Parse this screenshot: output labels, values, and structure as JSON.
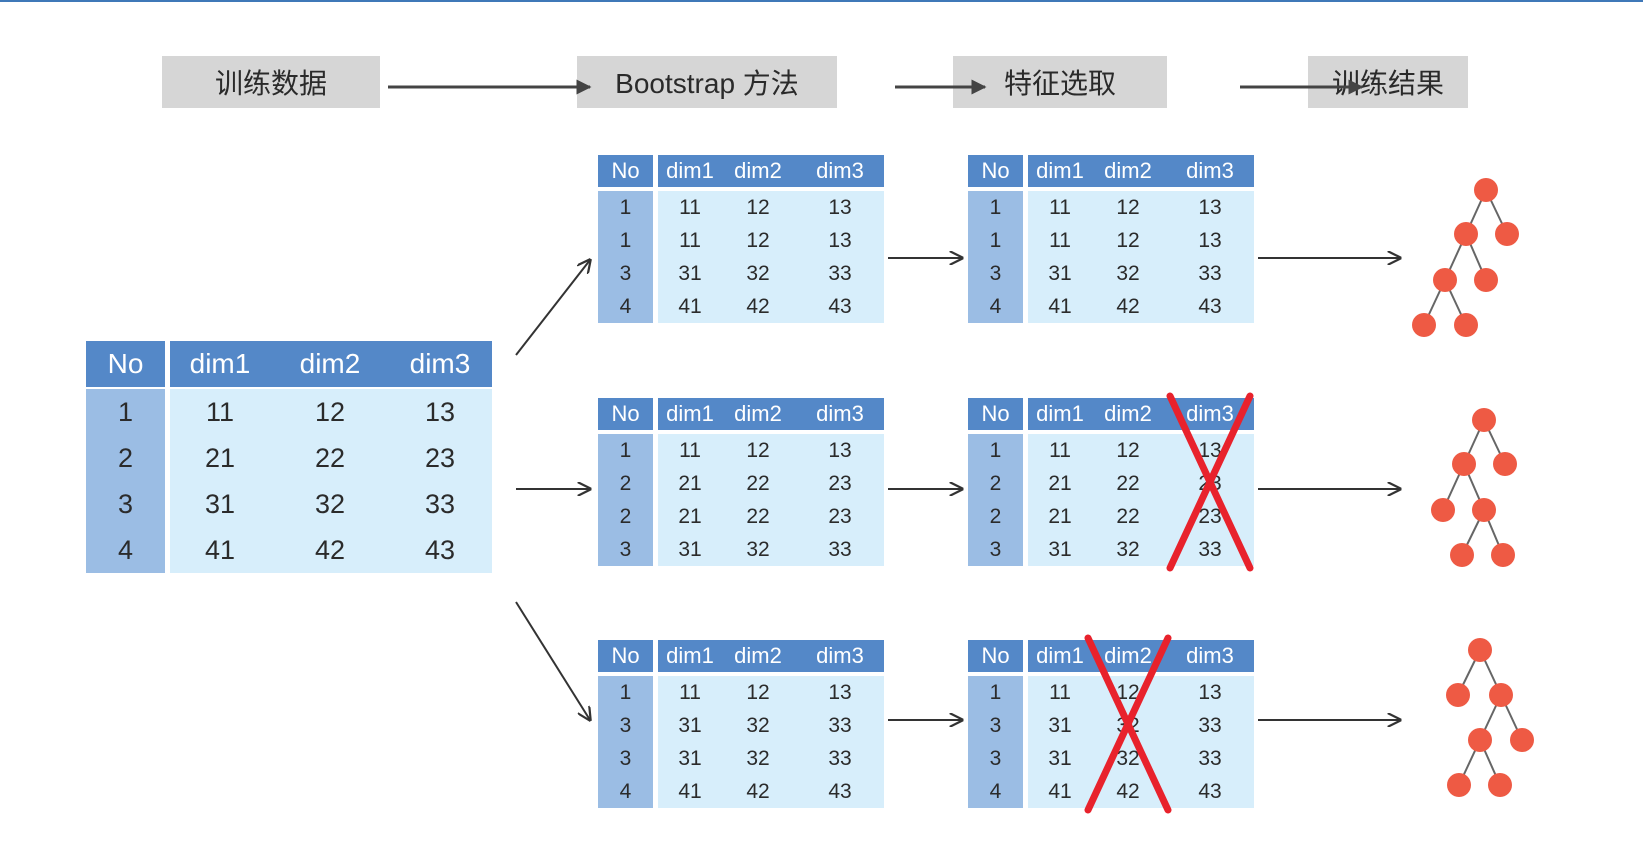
{
  "stages": [
    "训练数据",
    "Bootstrap 方法",
    "特征选取",
    "训练结果"
  ],
  "table_headers": [
    "No",
    "dim1",
    "dim2",
    "dim3"
  ],
  "original_table": {
    "rows": [
      [
        "1",
        "11",
        "12",
        "13"
      ],
      [
        "2",
        "21",
        "22",
        "23"
      ],
      [
        "3",
        "31",
        "32",
        "33"
      ],
      [
        "4",
        "41",
        "42",
        "43"
      ]
    ]
  },
  "bootstrap_samples": [
    {
      "rows": [
        [
          "1",
          "11",
          "12",
          "13"
        ],
        [
          "1",
          "11",
          "12",
          "13"
        ],
        [
          "3",
          "31",
          "32",
          "33"
        ],
        [
          "4",
          "41",
          "42",
          "43"
        ]
      ],
      "dropped_feature": null
    },
    {
      "rows": [
        [
          "1",
          "11",
          "12",
          "13"
        ],
        [
          "2",
          "21",
          "22",
          "23"
        ],
        [
          "2",
          "21",
          "22",
          "23"
        ],
        [
          "3",
          "31",
          "32",
          "33"
        ]
      ],
      "dropped_feature": "dim3"
    },
    {
      "rows": [
        [
          "1",
          "11",
          "12",
          "13"
        ],
        [
          "3",
          "31",
          "32",
          "33"
        ],
        [
          "3",
          "31",
          "32",
          "33"
        ],
        [
          "4",
          "41",
          "42",
          "43"
        ]
      ],
      "dropped_feature": "dim2"
    }
  ],
  "colors": {
    "header": "#5488c8",
    "no_column": "#9bbde4",
    "data_cells": "#d7eefb",
    "stage_box": "#d6d6d6",
    "cross_mark": "#e8222c",
    "tree_node": "#ee5a44",
    "tree_edge": "#666666",
    "arrow": "#333333"
  },
  "icons": [
    "arrow-right-icon",
    "cross-mark-icon",
    "decision-tree-icon"
  ]
}
